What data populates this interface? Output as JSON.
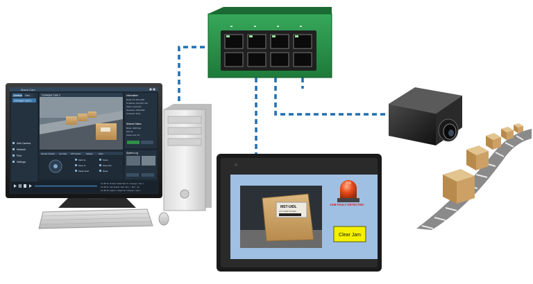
{
  "colors": {
    "network_cable": "#1f6fb3",
    "switch_body": "#2e9a4e",
    "hmi_panel": "#9fc0e3",
    "clear_button": "#f4f000",
    "alarm_light": "#e84a1a",
    "cardboard": "#c9a26b"
  },
  "icons": {
    "network_switch": "network-switch-icon",
    "industrial_camera": "industrial-camera-icon",
    "conveyor": "conveyor-icon",
    "alarm_beacon": "alarm-beacon-icon"
  },
  "software": {
    "title_bar": "Mazra Cam",
    "tabs": [
      "Cameras",
      "View"
    ],
    "camera_item": "Conveyor Cam 1",
    "feed_title": "Conveyor Cam 1",
    "sidebar": [
      "Add Camera",
      "Network",
      "Find",
      "Settings"
    ],
    "info_header": "Information",
    "info_lines": [
      "Model: IPC-M7N-238S",
      "IP Address: 192.168.1.128",
      "Status: Connected",
      "Resolution: 1920x1080",
      "Framerate: 30 fps"
    ],
    "network_header": "Network Status",
    "network_lines": [
      "Bitrate: 3948 Kbps",
      "FPS: 30",
      "Packet Loss: 0%"
    ],
    "control_tabs": [
      "Camera Controls",
      "Live View",
      "PTZ Control",
      "Settings",
      "Alerts"
    ],
    "control_buttons": [
      "Start Up",
      "Zoom In",
      "Pause Feed",
      "Zoom Out",
      "Reset",
      "Focus"
    ],
    "event_log_header": "System Log",
    "log_lines": [
      "14:38:25  Product Detected On Conveyor Cam 1",
      "14:38:21  Jam Signal Sent PLC / IN-1 (A)",
      "14:38:15  Camera Linked On Conveyor Cam 1"
    ]
  },
  "hmi": {
    "product_label": "MST-UIDL",
    "product_sublabel": "LOT 4 BATCH 0024",
    "alert_text": "JAM FAULT DETECTED",
    "clear_button": "Clear Jam"
  }
}
